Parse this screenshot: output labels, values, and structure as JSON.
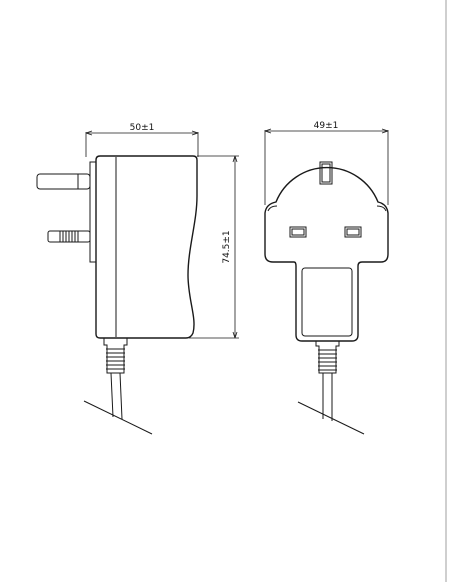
{
  "dimensions": {
    "side_width": "50±1",
    "front_width": "49±1",
    "height": "74.5±1"
  },
  "colors": {
    "line": "#1a1a1a",
    "background": "#ffffff",
    "border": "#cfcfcf"
  }
}
